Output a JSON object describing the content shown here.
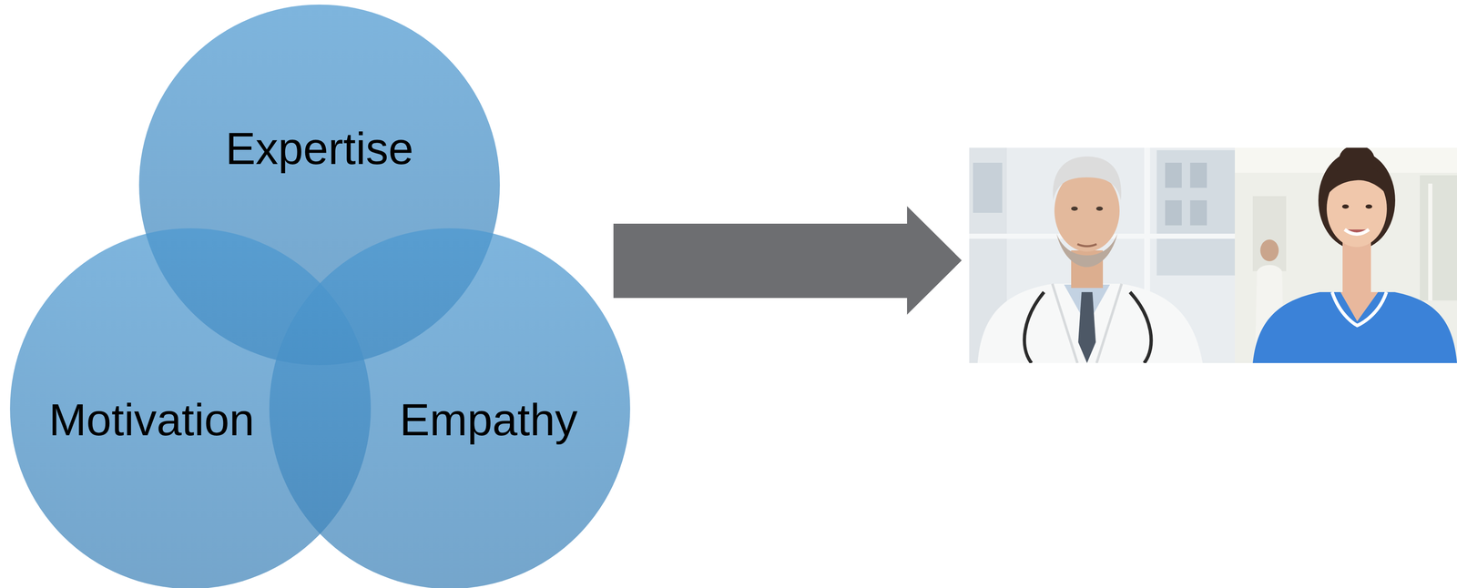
{
  "diagram": {
    "nodes": [
      {
        "text": [
          "Expertise"
        ]
      },
      {
        "text": [
          "Motivation"
        ]
      },
      {
        "text": [
          "Empathy"
        ]
      }
    ]
  }
}
